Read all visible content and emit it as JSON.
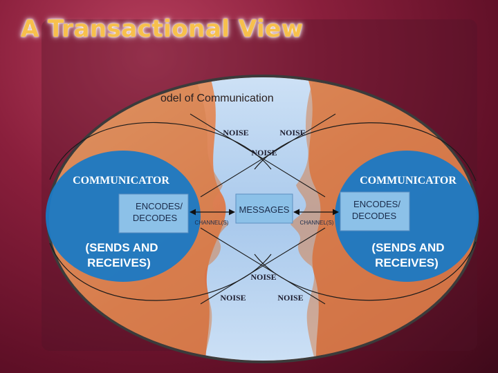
{
  "slide": {
    "title": "A Transactional View",
    "caption": "odel of Communication"
  },
  "diagram": {
    "noise_top_left": "NOISE",
    "noise_top_right": "NOISE",
    "noise_top_center": "NOISE",
    "noise_bottom_center": "NOISE",
    "noise_bottom_left": "NOISE",
    "noise_bottom_right": "NOISE",
    "left": {
      "communicator": "COMMUNICATOR",
      "encodes_line1": "ENCODES/",
      "encodes_line2": "DECODES",
      "sends_line1": "(SENDS AND",
      "sends_line2": "RECEIVES)",
      "channel": "CHANNEL(S)"
    },
    "right": {
      "communicator": "COMMUNICATOR",
      "encodes_line1": "ENCODES/",
      "encodes_line2": "DECODES",
      "sends_line1": "(SENDS AND",
      "sends_line2": "RECEIVES)",
      "channel": "CHANNEL(S)"
    },
    "messages": "MESSAGES"
  },
  "colors": {
    "title": "#f7c04c",
    "communicator_blue": "#1b79c4",
    "box_blue": "#8cc1e8",
    "background": "#8a1f3c"
  }
}
